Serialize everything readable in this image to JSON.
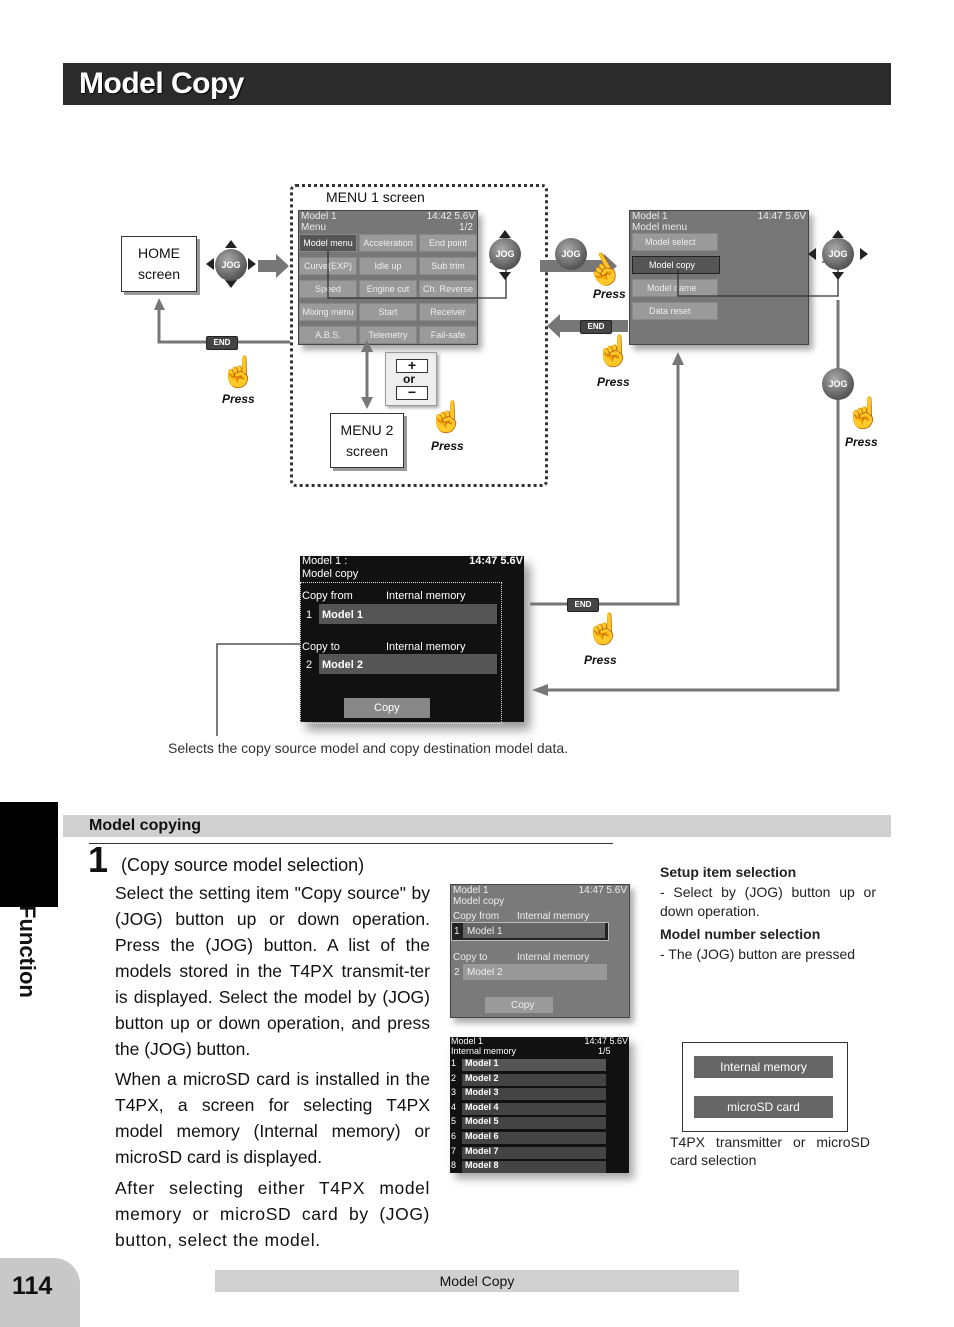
{
  "title": "Model Copy",
  "diagram": {
    "menu1_label": "MENU 1 screen",
    "home_label_1": "HOME",
    "home_label_2": "screen",
    "menu2_label_1": "MENU 2",
    "menu2_label_2": "screen",
    "or_label": "or",
    "press": "Press",
    "jog": "JOG",
    "end": "END",
    "menu1_screen": {
      "status_left": "Model 1",
      "status_right": "14:42 5.6V",
      "title": "Menu",
      "page": "1/2",
      "cells": [
        [
          "Model menu",
          "Acceleration",
          "End point"
        ],
        [
          "Curve(EXP)",
          "Idle up",
          "Sub trim"
        ],
        [
          "Speed",
          "Engine cut",
          "Ch. Reverse"
        ],
        [
          "Mixing menu",
          "Start",
          "Receiver"
        ],
        [
          "A.B.S.",
          "Telemetry",
          "Fail-safe"
        ]
      ]
    },
    "model_menu_screen": {
      "status_left": "Model 1",
      "status_right": "14:47 5.6V",
      "title": "Model menu",
      "items": [
        "Model select",
        "Model copy",
        "Model name",
        "Data reset"
      ]
    },
    "copy_screen": {
      "status_left": "Model 1 :",
      "status_right": "14:47 5.6V",
      "title": "Model copy",
      "copy_from": "Copy from",
      "copy_from_src": "Internal memory",
      "from_num": "1",
      "from_model": "Model 1",
      "copy_to": "Copy to",
      "copy_to_src": "Internal memory",
      "to_num": "2",
      "to_model": "Model 2",
      "copy_button": "Copy"
    },
    "caption": "Selects the copy source model and copy destination model data."
  },
  "section": {
    "heading": "Model copying",
    "step_number": "1",
    "step_title": "(Copy source model selection)",
    "para1": "Select the setting item \"Copy source\" by (JOG) button up or down operation. Press the (JOG) button. A list of the models stored in the T4PX transmit-ter is displayed. Select the model by (JOG) button up or down operation, and press the (JOG) button.",
    "para2": "When a microSD card is installed in the T4PX, a screen for selecting T4PX model memory (Internal memory) or microSD card is displayed.",
    "para3": "After selecting either T4PX model memory or microSD card by (JOG) button, select the model.",
    "note_h1": "Setup item selection",
    "note_t1": "- Select by (JOG) button up or down operation.",
    "note_h2": "Model number selection",
    "note_t2": "- The (JOG) button are pressed",
    "small_copy_screen": {
      "status_left": "Model 1",
      "status_right": "14:47 5.6V",
      "title": "Model copy",
      "copy_from": "Copy from",
      "copy_from_src": "Internal memory",
      "from_num": "1",
      "from_model": "Model 1",
      "copy_to": "Copy to",
      "copy_to_src": "Internal memory",
      "to_num": "2",
      "to_model": "Model 2",
      "copy_button": "Copy"
    },
    "list_screen": {
      "status_left": "Model 1",
      "status_right": "14:47 5.6V",
      "title": "Internal memory",
      "page": "1/5",
      "models": [
        "Model 1",
        "Model 2",
        "Model 3",
        "Model 4",
        "Model 5",
        "Model 6",
        "Model 7",
        "Model 8"
      ],
      "numbers": [
        "1",
        "2",
        "3",
        "4",
        "5",
        "6",
        "7",
        "8"
      ]
    },
    "memory_choice": [
      "Internal memory",
      "microSD card"
    ],
    "memory_caption": "T4PX transmitter or microSD card selection"
  },
  "side_tab": "Function",
  "page_number": "114",
  "footer": "Model Copy"
}
